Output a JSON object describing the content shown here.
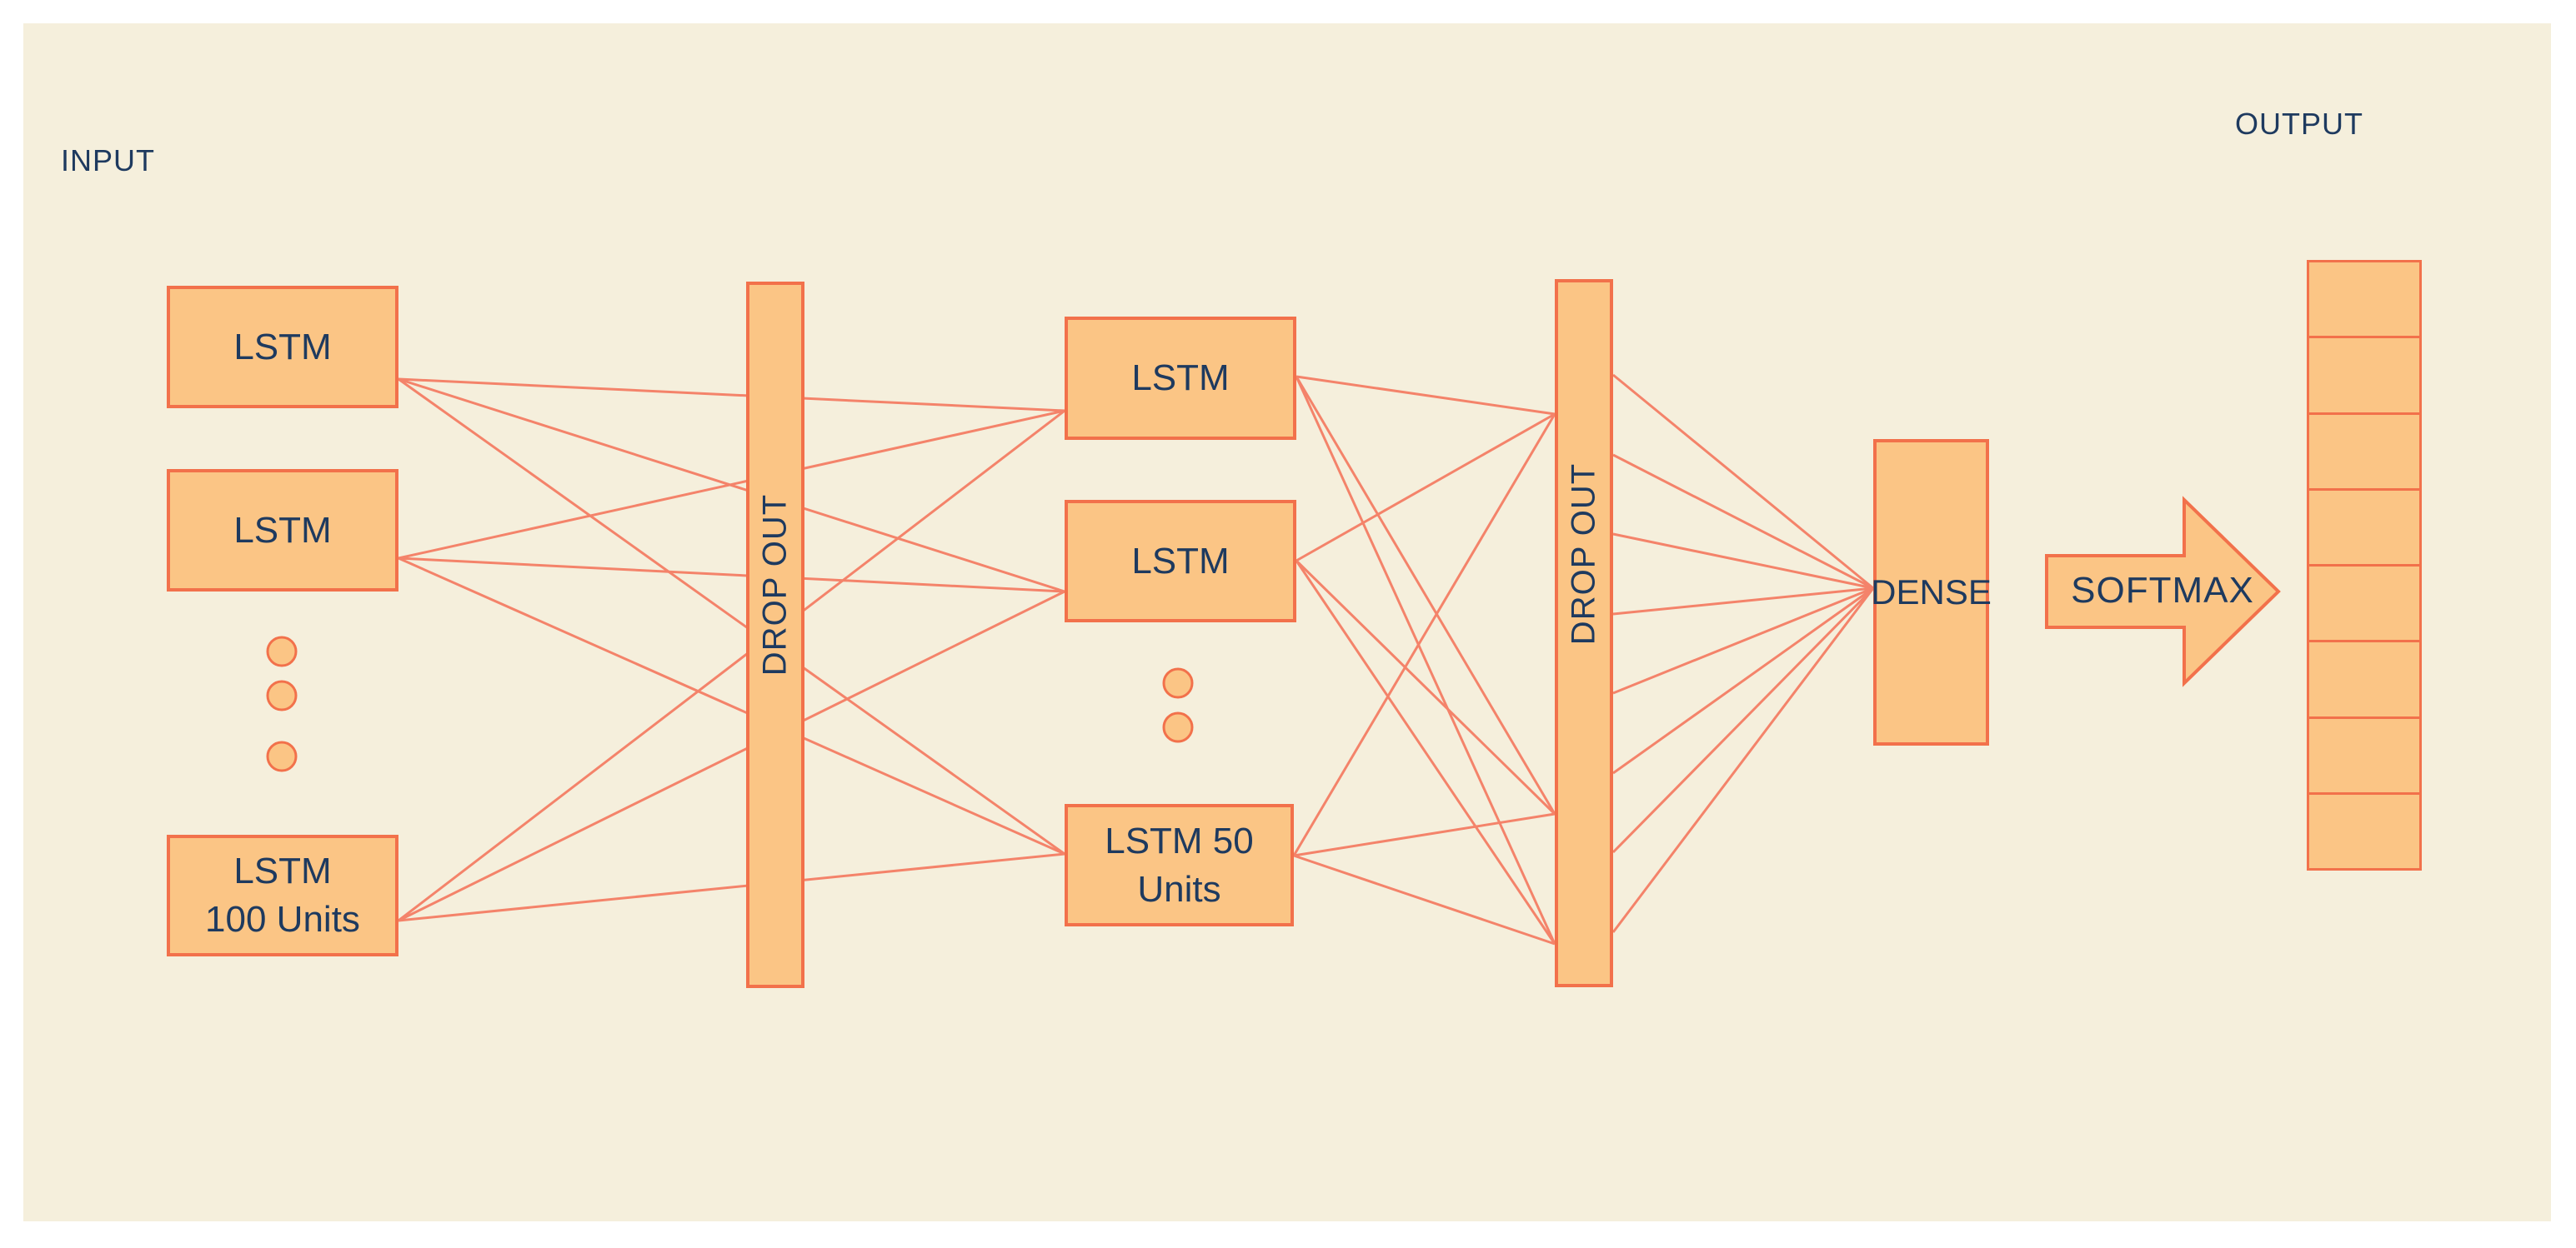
{
  "title_labels": {
    "input": "INPUT",
    "output": "OUTPUT"
  },
  "colors": {
    "panel_bg": "#f5efdc",
    "node_fill": "#fbc585",
    "node_border": "#f2714b",
    "wire": "#f4836a",
    "text": "#1e3a5f"
  },
  "layers": {
    "input_column": {
      "boxes": [
        {
          "label": "LSTM"
        },
        {
          "label": "LSTM"
        },
        {
          "label": "LSTM",
          "sublabel": "100 Units"
        }
      ],
      "ellipsis_dots": 3
    },
    "dropout1": {
      "label": "DROP OUT"
    },
    "hidden_column": {
      "boxes": [
        {
          "label": "LSTM"
        },
        {
          "label": "LSTM"
        },
        {
          "label": "LSTM 50",
          "sublabel": "Units"
        }
      ],
      "ellipsis_dots": 2
    },
    "dropout2": {
      "label": "DROP OUT"
    },
    "dense": {
      "label": "DENSE"
    },
    "softmax": {
      "label": "SOFTMAX"
    },
    "output_column": {
      "cells": 8
    }
  }
}
